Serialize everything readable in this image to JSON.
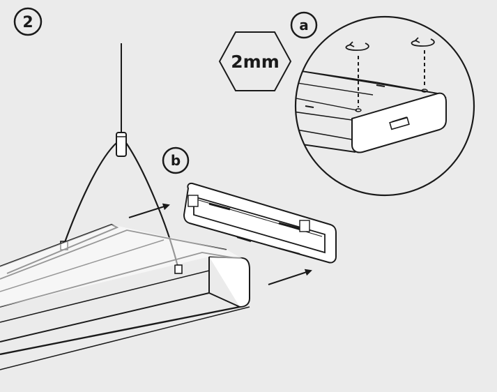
{
  "labels": {
    "step": "2",
    "sub_a": "a",
    "sub_b": "b",
    "tool_size": "2mm"
  },
  "icons": {
    "hex_key": "hexagon-icon",
    "rotate": "rotate-arrow-icon",
    "push": "arrow-icon"
  },
  "colors": {
    "background": "#ebebeb",
    "line": "#1a1a1a",
    "fill": "#ffffff"
  }
}
